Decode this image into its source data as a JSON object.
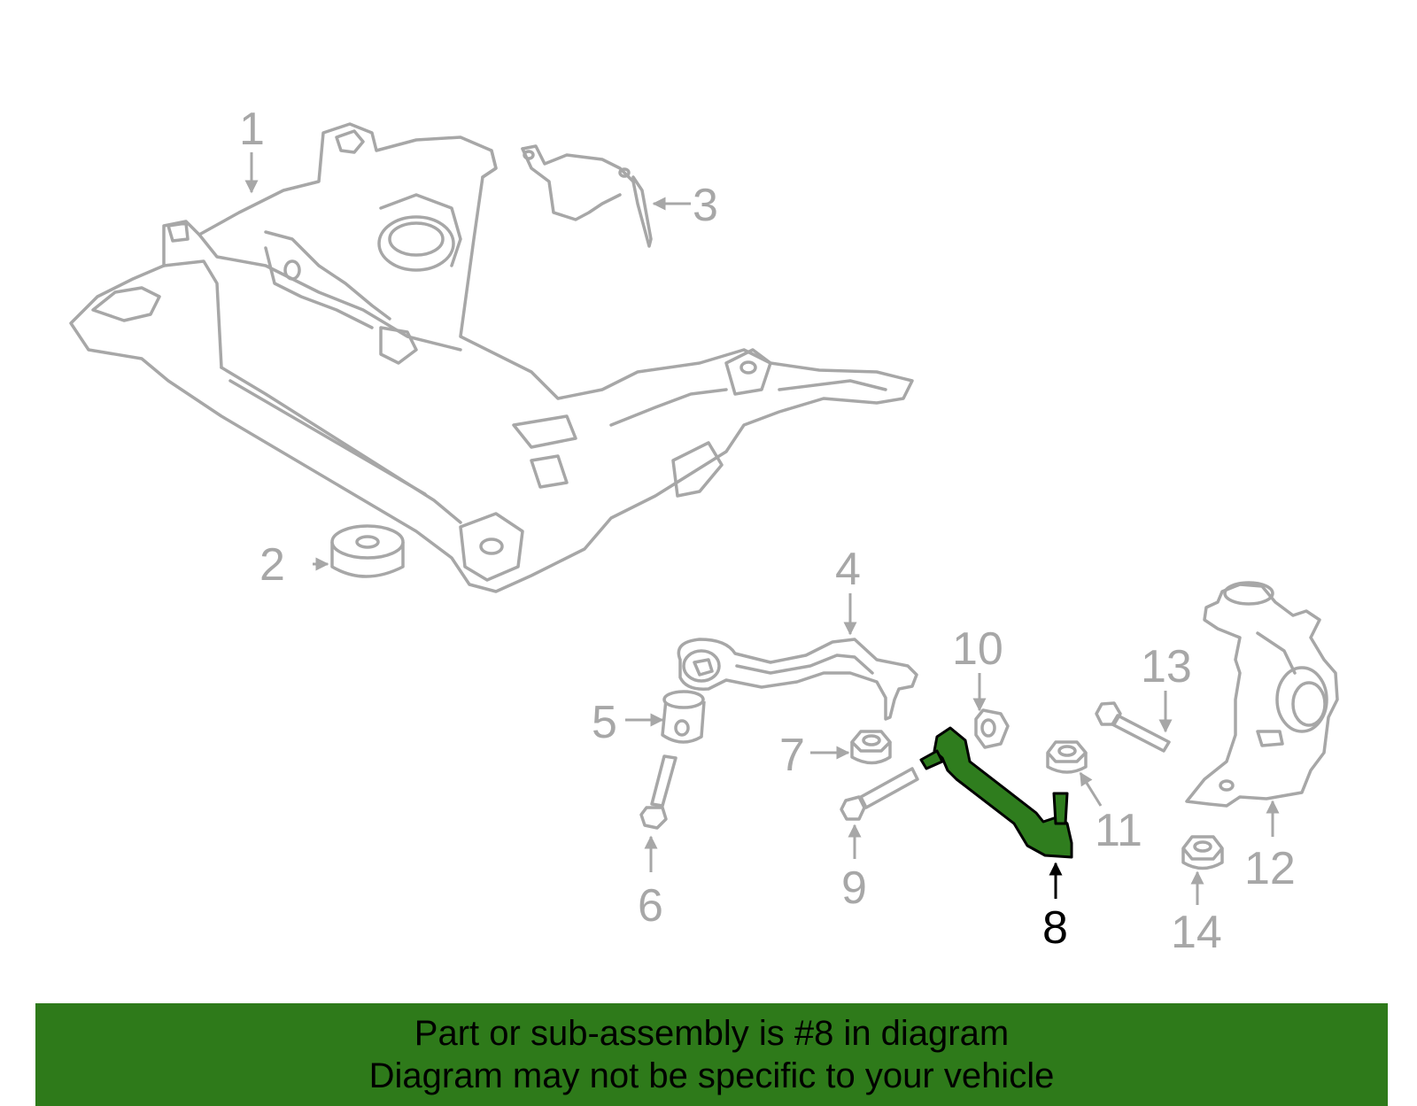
{
  "diagram": {
    "callouts": [
      "1",
      "2",
      "3",
      "4",
      "5",
      "6",
      "7",
      "8",
      "9",
      "10",
      "11",
      "12",
      "13",
      "14"
    ],
    "highlighted_part": "8",
    "highlight_color": "#2f7d1e",
    "part_color": "#a7a7a7"
  },
  "banner": {
    "background": "#2e7a1a",
    "line1": "Part or sub-assembly is #8 in diagram",
    "line2": "Diagram may not be specific to your vehicle"
  }
}
